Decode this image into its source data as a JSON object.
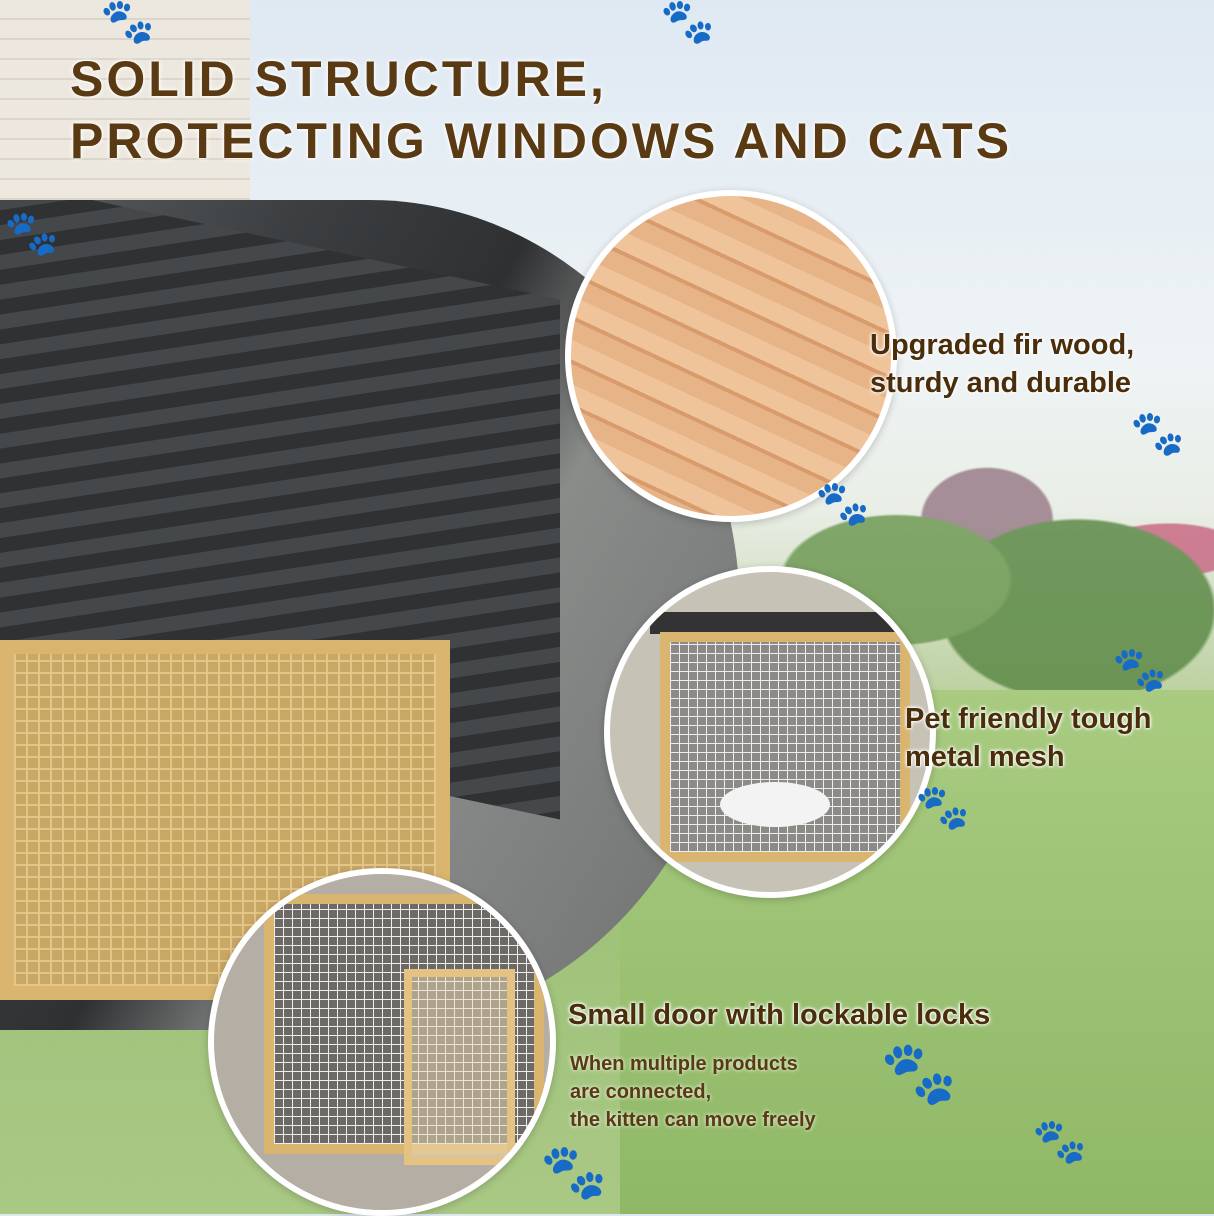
{
  "title": {
    "line1": "Solid structure,",
    "line2": "protecting windows and cats"
  },
  "features": [
    {
      "line1": "Upgraded fir wood,",
      "line2": "sturdy and durable"
    },
    {
      "line1": "Pet friendly tough",
      "line2": "metal mesh"
    },
    {
      "line1": "Small door with lockable locks"
    }
  ],
  "note": {
    "line1": "When multiple products",
    "line2": "are connected,",
    "line3": "the kitten can move freely"
  },
  "icons": {
    "paw": "paw-print-icon",
    "glyph": "🐾"
  },
  "colors": {
    "title_text": "#5a3a12",
    "paw": "#e3a160",
    "wood": "#d9b56f",
    "roof": "#3c3f41"
  }
}
